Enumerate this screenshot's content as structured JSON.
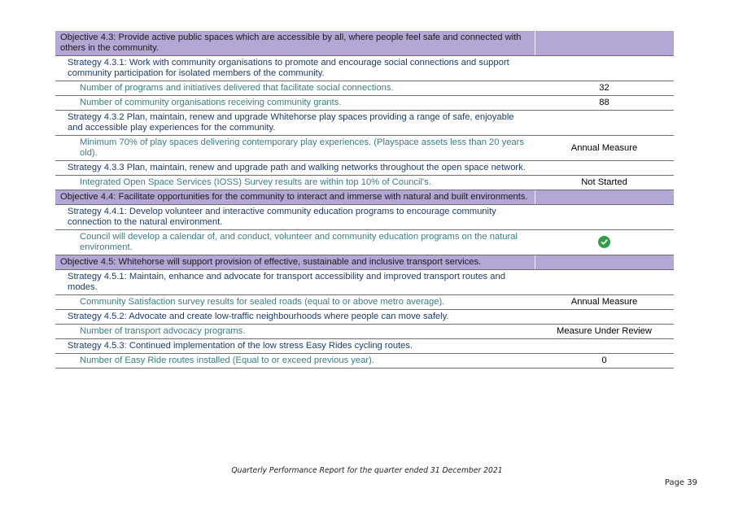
{
  "table": {
    "rows": [
      {
        "kind": "objective",
        "label": "Objective 4.3: Provide active public spaces which are accessible by all, where people feel safe and connected with others in the community.",
        "value": ""
      },
      {
        "kind": "strategy",
        "label": "Strategy 4.3.1: Work with community organisations to promote and encourage social connections and support community participation for isolated members of the community.",
        "value": ""
      },
      {
        "kind": "measure",
        "label": "Number of programs and initiatives delivered that facilitate social connections.",
        "value": "32"
      },
      {
        "kind": "measure",
        "label": "Number of community organisations receiving community grants.",
        "value": "88"
      },
      {
        "kind": "strategy",
        "label": "Strategy 4.3.2 Plan, maintain, renew and upgrade Whitehorse play spaces providing a range of safe, enjoyable and accessible play experiences for the community.",
        "value": ""
      },
      {
        "kind": "measure",
        "label": "Minimum 70% of play spaces delivering contemporary play experiences. (Playspace assets less than 20 years old).",
        "value": "Annual Measure"
      },
      {
        "kind": "strategy",
        "label": "Strategy 4.3.3 Plan, maintain, renew and upgrade path and walking networks throughout the open space network.",
        "value": ""
      },
      {
        "kind": "measure",
        "label": "Integrated Open Space Services (IOSS) Survey results are within top 10% of Council's.",
        "value": "Not Started"
      },
      {
        "kind": "objective",
        "label": "Objective 4.4: Facilitate opportunities for the community to interact and immerse with natural and built environments.",
        "value": ""
      },
      {
        "kind": "strategy",
        "label": "Strategy 4.4.1: Develop volunteer and interactive community education programs to encourage community connection to the natural environment.",
        "value": ""
      },
      {
        "kind": "measure",
        "label": "Council will develop a calendar of, and conduct, volunteer and community education programs on the natural environment.",
        "value": "",
        "status_icon": "check-circle-icon",
        "status_color": "#2e9e48"
      },
      {
        "kind": "objective",
        "label": "Objective 4.5: Whitehorse will support provision of effective, sustainable and inclusive transport services.",
        "value": ""
      },
      {
        "kind": "strategy",
        "label": "Strategy 4.5.1: Maintain, enhance and advocate for transport accessibility and improved transport routes and modes.",
        "value": ""
      },
      {
        "kind": "measure",
        "label": "Community Satisfaction survey results for sealed roads (equal to or above metro average).",
        "value": "Annual Measure"
      },
      {
        "kind": "strategy",
        "label": "Strategy 4.5.2: Advocate and create low-traffic neighbourhoods where people can move safely.",
        "value": ""
      },
      {
        "kind": "measure",
        "label": "Number of transport advocacy programs.",
        "value": "Measure Under Review"
      },
      {
        "kind": "strategy",
        "label": "Strategy 4.5.3: Continued implementation of the low stress Easy Rides cycling routes.",
        "value": ""
      },
      {
        "kind": "measure",
        "label": "Number of Easy Ride routes installed (Equal to or exceed previous year).",
        "value": "0"
      }
    ]
  },
  "colors": {
    "objective_bg": "#b4a7d6",
    "strategy_text": "#1f3b6f",
    "measure_text": "#3c7f83"
  },
  "footer": {
    "caption": "Quarterly Performance Report for the quarter ended 31 December 2021",
    "page": "Page 39"
  }
}
